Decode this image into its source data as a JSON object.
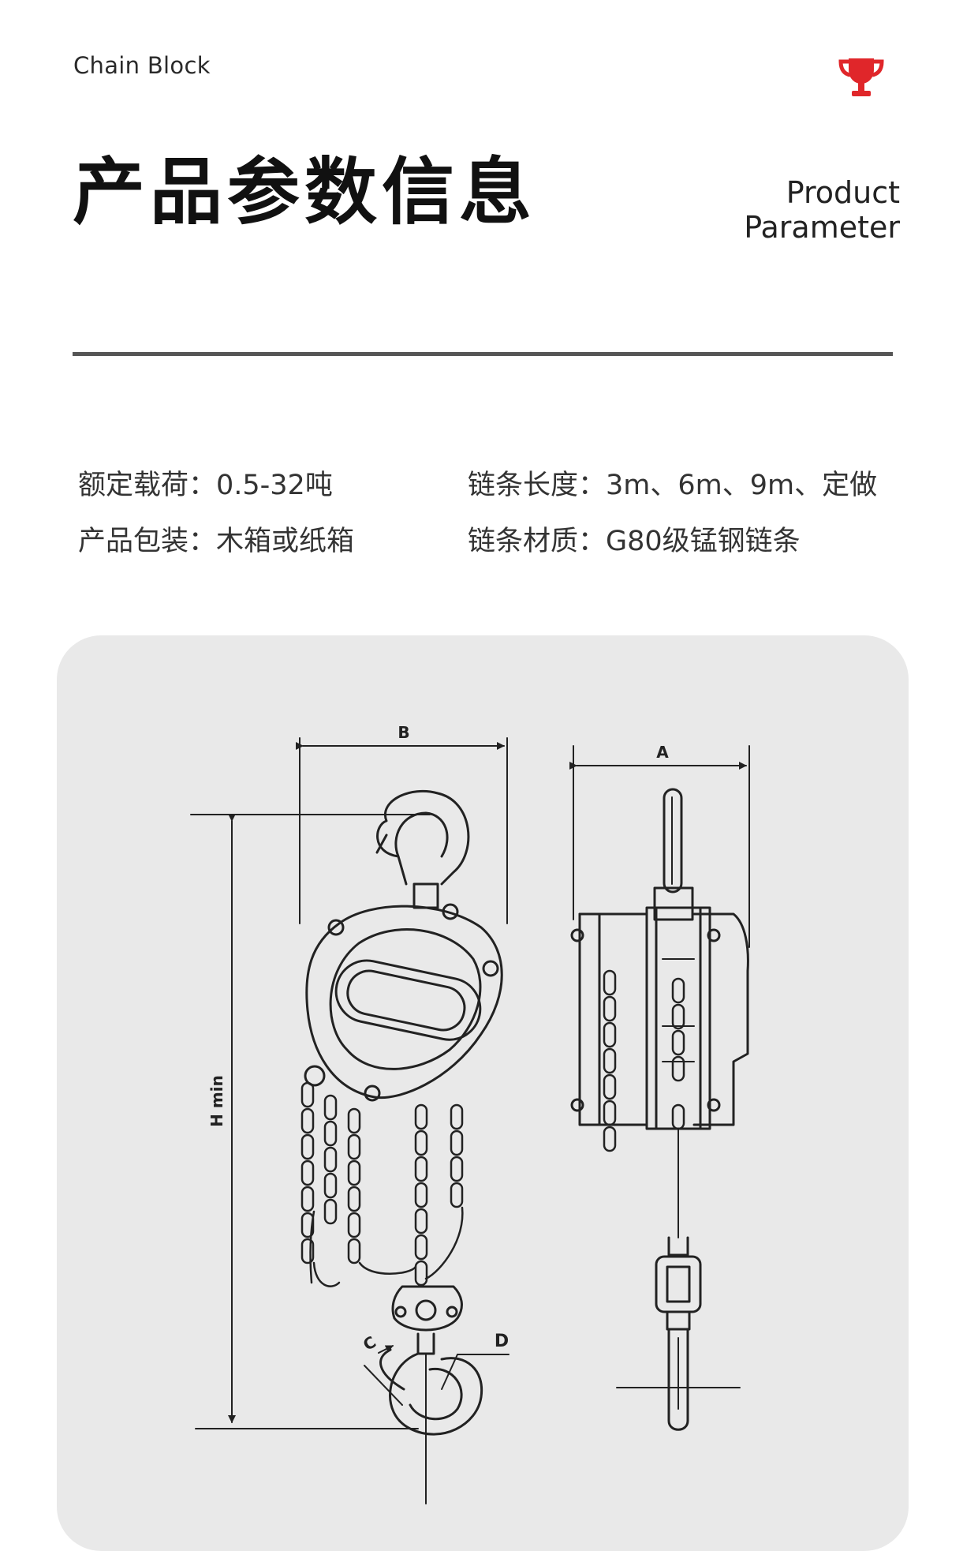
{
  "header": {
    "brand": "Chain Block",
    "trophy_icon": "trophy-icon",
    "accent_color": "#e0262a"
  },
  "title": {
    "cn": "产品参数信息",
    "en_line1": "Product",
    "en_line2": "Parameter"
  },
  "params": [
    "额定载荷：0.5-32吨",
    "链条长度：3m、6m、9m、定做",
    "产品包装：木箱或纸箱",
    "链条材质：G80级锰钢链条"
  ],
  "diagram": {
    "label_b": "B",
    "label_a": "A",
    "label_h": "H min",
    "label_c": "C",
    "label_d": "D"
  }
}
